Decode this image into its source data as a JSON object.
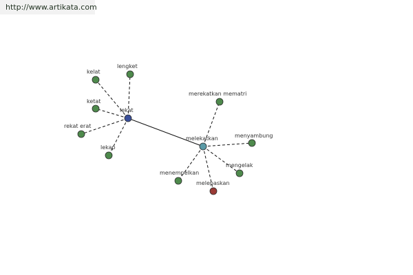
{
  "site": {
    "url": "http://www.artikata.com"
  },
  "colors": {
    "hub_primary": "#3a4f9a",
    "hub_secondary": "#5a9aa6",
    "leaf": "#4e8a4c",
    "antonym": "#9a3a36"
  },
  "nodes": {
    "lekat": "lekat",
    "melekatkan": "melekatkan",
    "kelat": "kelat",
    "lengket": "lengket",
    "ketat": "ketat",
    "rekat_erat": "rekat erat",
    "lekap": "lekap",
    "merekatkan_mematri": "merekatkan mematri",
    "menyambung": "menyambung",
    "mengelak": "mengelak",
    "menempelkan": "menempelkan",
    "melepaskan": "melepaskan"
  }
}
